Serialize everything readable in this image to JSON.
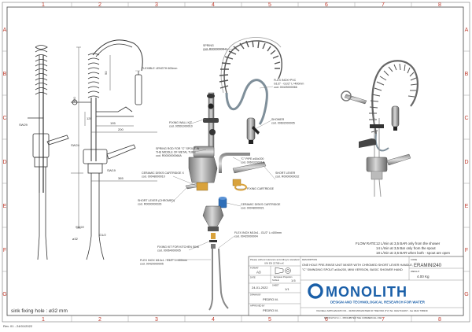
{
  "grid": {
    "columns": [
      "1",
      "2",
      "3",
      "4",
      "5",
      "6",
      "7",
      "8"
    ],
    "rows": [
      "A",
      "B",
      "C",
      "D",
      "E",
      "F",
      "G"
    ]
  },
  "callouts": [
    {
      "title": "SPRING",
      "code": "cod. R00000000H1"
    },
    {
      "title": "FLEXIBLE LENGTH 600mm",
      "code": ""
    },
    {
      "title": "FLEX INOX+PVC",
      "code": "G1/2\" - G1/2\" L=400mm"
    },
    {
      "title": "",
      "code": "cod. 00425000066"
    },
    {
      "title": "SHOWER",
      "code": "cod. 00602000005"
    },
    {
      "title": "FIXING WALL KIT",
      "code": "cod. 00501000010"
    },
    {
      "title": "SPRING ROD FOR \"C\" SPOUT IN",
      "code": "THE MIDDLE OF METAL TUBE"
    },
    {
      "title": "",
      "code": "cod. R0000000066A"
    },
    {
      "title": "\"C\" PIPE ø16x200",
      "code": "cod. 00603200019"
    },
    {
      "title": "SHORT LEVER",
      "code": "cod. R0000000032"
    },
    {
      "title": "CERAMIC DISKS CARTRIDGE X",
      "code": "cod. 00048000010"
    },
    {
      "title": "FIXING CARTRIDGE",
      "code": ""
    },
    {
      "title": "SHORT LEVER (CHROMED)",
      "code": "cod. R0000000026"
    },
    {
      "title": "CERAMIC DISKS CARTRIDGE",
      "code": "cod. 00048000021"
    },
    {
      "title": "FLEX INOX M10x1 - G1/2\" L=400mm",
      "code": "cod. 00420000004"
    },
    {
      "title": "FIXING KIT FOR KITCHEN SINK",
      "code": "cod. 00064000005"
    },
    {
      "title": "FLEX INOX M10x1 - G1/2\" L=400mm",
      "code": "cod. 00420000005"
    }
  ],
  "dimensions": [
    "680",
    "120",
    "195",
    "200",
    "365",
    "90",
    "SW29",
    "SW19",
    "SW24",
    "SW22",
    "G1/2",
    "ø32"
  ],
  "flow_rate": {
    "label": "FLOW RATE:",
    "lines": [
      "12 L/min at 3,5 BAR only from the shower",
      "14 L/min at 3,5 Bar only from the spout",
      "18 L/min at 3,5 BAR when both - spout are open"
    ]
  },
  "sink_fixing": "sink fixing hole : ø32 mm",
  "revision": "Rev. 01 - 24/01/2022",
  "title_block": {
    "note": "Please without tolerance according to standard",
    "standard": "UNI EN 22768-mK",
    "projection_label": "European Projection",
    "format_label": "FORMAT",
    "format": "A3",
    "scale_label": "SCALE",
    "scale": "1:5",
    "date_label": "DATE",
    "date": "24-01-2022",
    "sheet_label": "SHEET",
    "sheet": "1/1",
    "drawn_label": "DRAWN BY",
    "drawn": "PEDRO M.",
    "approved_label": "APPROVED BY",
    "approved": "PEDRO M.",
    "description_label": "DESCRIPTION",
    "description_1": "ONE HOLE PRE-RINSE UNIT MIXER WITH CHROMED SHORT LEVER HANDLE,",
    "description_2": "\"C\" SWINGING SPOUT ø16x200, MINI VERSION, BASIC SHOWER HAND",
    "code_label": "CODE",
    "code": "ERAMINI240",
    "weight_label": "WEIGHT",
    "weight": "4.00 Kg",
    "logo_text": "MONOLITH",
    "tagline": "DESIGN AND TECHNOLOGICAL RESEARCH FOR WATER",
    "address": "VIA DELL'ARTIGIANATO 6/1 - 31050 MONASTIER DI TREVISO (TV) Tel. 0422 542167 - fax 0422 798339",
    "footer": "MONOLITH S.r.l. - PROHIBITED THE COMMERCIAL USE"
  },
  "colors": {
    "frame": "#555555",
    "grid": "#c0392b",
    "brand": "#1a5fa8",
    "brass": "#d9a23b",
    "blue": "#2f6fb8"
  }
}
